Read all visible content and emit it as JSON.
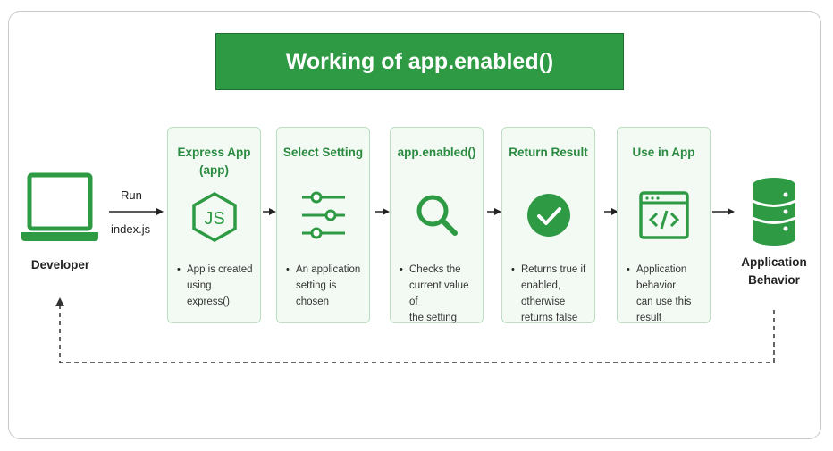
{
  "title": "Working of app.enabled()",
  "developer": {
    "label": "Developer"
  },
  "run": {
    "line1": "Run",
    "line2": "index.js"
  },
  "steps": [
    {
      "title": "Express App\n(app)",
      "icon": "nodejs-icon",
      "desc": "App is created\nusing express()"
    },
    {
      "title": "Select Setting",
      "icon": "sliders-icon",
      "desc": "An application\nsetting is chosen"
    },
    {
      "title": "app.enabled()",
      "icon": "search-icon",
      "desc": "Checks the\ncurrent value of\nthe setting"
    },
    {
      "title": "Return Result",
      "icon": "check-circle-icon",
      "desc": "Returns true if\nenabled, otherwise\nreturns false"
    },
    {
      "title": "Use in App",
      "icon": "code-window-icon",
      "desc": "Application behavior\ncan use this result"
    }
  ],
  "result": {
    "label": "Application\nBehavior",
    "icon": "database-icon"
  },
  "colors": {
    "primary": "#2e9a44",
    "card_bg": "#f3faf4",
    "card_border": "#b9dec1"
  }
}
